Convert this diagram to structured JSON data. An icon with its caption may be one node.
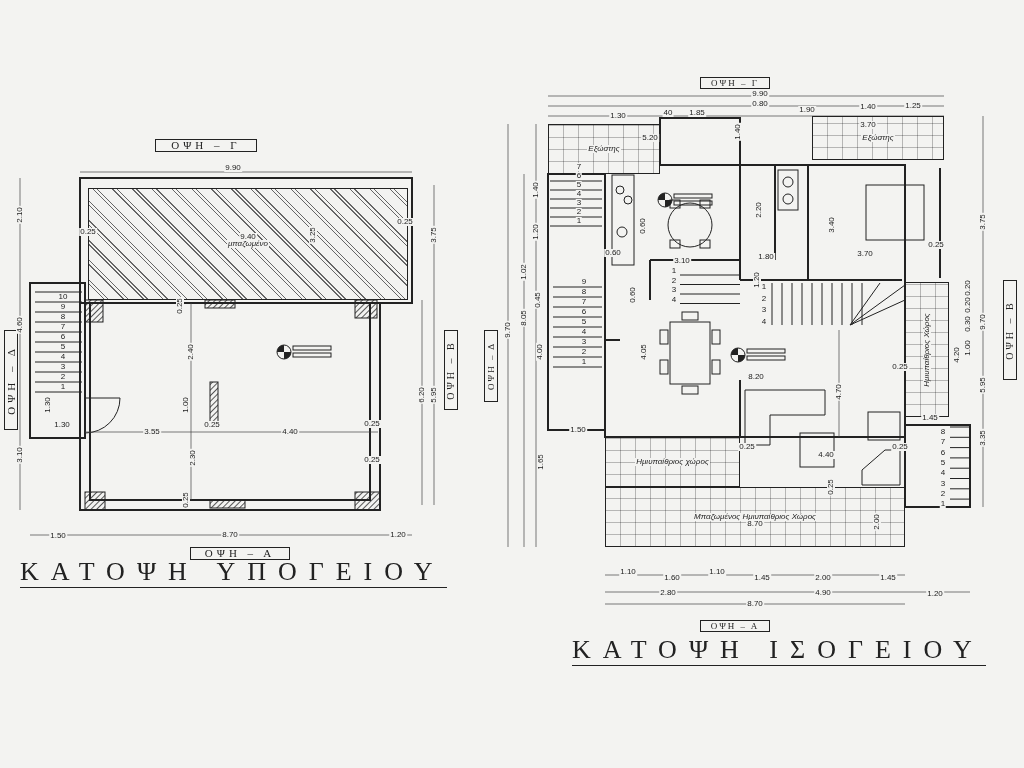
{
  "diagram": {
    "nodes": [
      {
        "text": [
          "ΟΨΗ – Γ"
        ]
      },
      {
        "text": [
          "μπαζωμένο"
        ]
      },
      {
        "text": [
          "ΟΨΗ – Δ"
        ]
      },
      {
        "text": [
          "ΟΨΗ – Β"
        ]
      },
      {
        "text": [
          "ΟΨΗ – Α"
        ]
      },
      {
        "text": [
          "ΟΨΗ – Γ"
        ]
      },
      {
        "text": [
          "Εξώστης"
        ]
      },
      {
        "text": [
          "Εξώστης"
        ]
      },
      {
        "text": [
          "ΟΨΗ – Δ"
        ]
      },
      {
        "text": [
          "Ημιυπαίθριος Χώρος"
        ]
      },
      {
        "text": [
          "ΟΨΗ – Β"
        ]
      },
      {
        "text": [
          "Ημιυπαίθριος χώρος"
        ]
      },
      {
        "text": [
          "Μπαζωμένος Ημιυπαίθριος Χώρος"
        ]
      },
      {
        "text": [
          "ΟΨΗ – Α"
        ]
      }
    ],
    "labels": [
      "9.90",
      "2.10",
      "0.25",
      "9.40",
      "3.25",
      "0.25",
      "3.75",
      "0.25",
      "4.60",
      "2.40",
      "1.30",
      "1.00",
      "1.30",
      "0.25",
      "3.55",
      "4.40",
      "0.25",
      "0.25",
      "2.30",
      "0.25",
      "3.10",
      "6.20",
      "5.95",
      "1.50",
      "8.70",
      "1.20",
      "10",
      "9",
      "8",
      "7",
      "6",
      "5",
      "4",
      "3",
      "2",
      "1",
      "ΚΑΤΟΨΗ ΥΠΟΓΕΙΟΥ",
      "9.90",
      "0.80",
      "1.30",
      "40",
      "1.85",
      "1.90",
      "1.40",
      "1.25",
      "5.20",
      "1.40",
      "3.70",
      "2.20",
      "3.40",
      "1.80",
      "3.70",
      "0.25",
      "0.60",
      "0.60",
      "3.10",
      "1.20",
      "0.60",
      "1.40",
      "1.20",
      "1.02",
      "0.45",
      "8.05",
      "9.70",
      "4.00",
      "4.05",
      "1.50",
      "1.65",
      "8.20",
      "4.70",
      "4.40",
      "0.25",
      "0.25",
      "0.25",
      "0.25",
      "3.75",
      "0.20",
      "0.20",
      "0.30",
      "1.00",
      "9.70",
      "5.95",
      "4.20",
      "1.45",
      "3.35",
      "2.00",
      "8.70",
      "1.10",
      "1.60",
      "1.10",
      "1.45",
      "2.00",
      "1.45",
      "2.80",
      "4.90",
      "1.20",
      "8.70",
      "7",
      "6",
      "5",
      "4",
      "3",
      "2",
      "1",
      "9",
      "8",
      "7",
      "6",
      "5",
      "4",
      "3",
      "2",
      "1",
      "1",
      "2",
      "3",
      "4",
      "1",
      "2",
      "3",
      "4",
      "8",
      "7",
      "6",
      "5",
      "4",
      "3",
      "2",
      "1",
      "ΚΑΤΟΨΗ ΙΣΟΓΕΙΟΥ"
    ]
  }
}
